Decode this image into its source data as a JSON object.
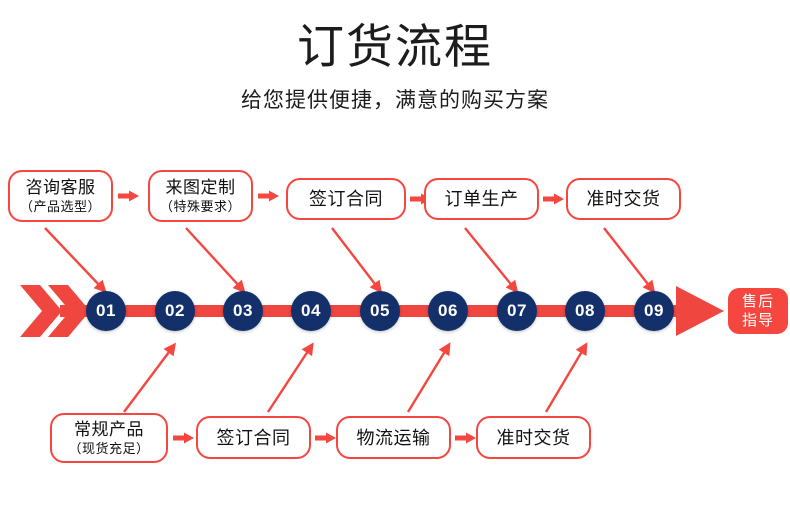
{
  "header": {
    "title": "订货流程",
    "subtitle": "给您提供便捷，满意的购买方案"
  },
  "colors": {
    "accent_red": "#f5463f",
    "circle_navy": "#14306b",
    "text": "#1c1c1c",
    "background": "#ffffff"
  },
  "top_row": {
    "boxes": [
      {
        "line1": "咨询客服",
        "line2": "（产品选型）",
        "target_step": "01"
      },
      {
        "line1": "来图定制",
        "line2": "（特殊要求）",
        "target_step": "03"
      },
      {
        "line1": "签订合同",
        "line2": "",
        "target_step": "05"
      },
      {
        "line1": "订单生产",
        "line2": "",
        "target_step": "07"
      },
      {
        "line1": "准时交货",
        "line2": "",
        "target_step": "09"
      }
    ],
    "connector_icon": "right-arrow-icon"
  },
  "bottom_row": {
    "boxes": [
      {
        "line1": "常规产品",
        "line2": "（现货充足）",
        "target_step": "02"
      },
      {
        "line1": "签订合同",
        "line2": "",
        "target_step": "04"
      },
      {
        "line1": "物流运输",
        "line2": "",
        "target_step": "06"
      },
      {
        "line1": "准时交货",
        "line2": "",
        "target_step": "08"
      }
    ],
    "connector_icon": "right-arrow-icon"
  },
  "timeline": {
    "steps": [
      "01",
      "02",
      "03",
      "04",
      "05",
      "06",
      "07",
      "08",
      "09"
    ],
    "start_icon": "double-chevron-right-icon",
    "end_icon": "big-arrow-right-icon",
    "end_badge": {
      "line1": "售后",
      "line2": "指导"
    }
  }
}
